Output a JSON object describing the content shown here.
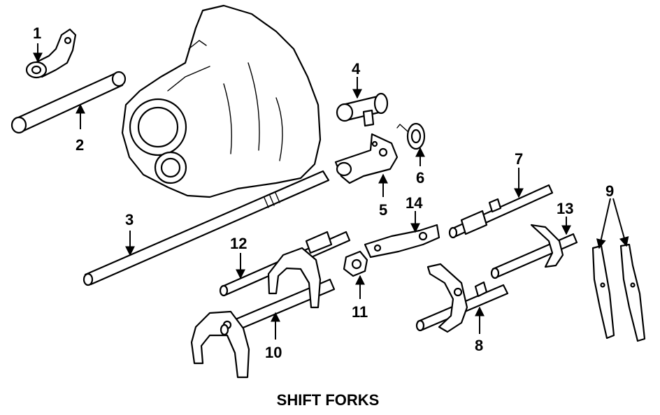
{
  "title": "SHIFT FORKS",
  "callouts": {
    "c1": "1",
    "c2": "2",
    "c3": "3",
    "c4": "4",
    "c5": "5",
    "c6": "6",
    "c7": "7",
    "c8": "8",
    "c9": "9",
    "c10": "10",
    "c11": "11",
    "c12": "12",
    "c13": "13",
    "c14": "14"
  }
}
